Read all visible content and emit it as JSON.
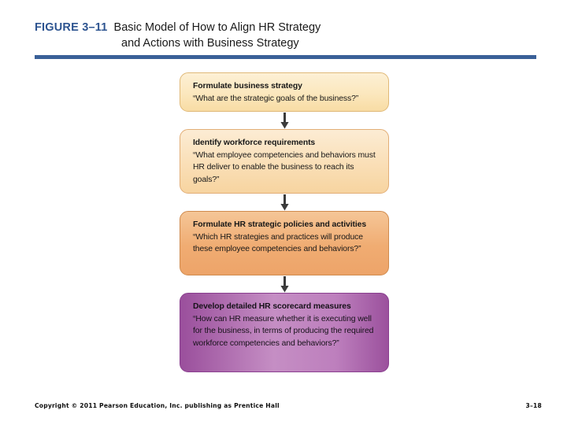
{
  "title": {
    "figure_label": "FIGURE 3–11",
    "line1": "Basic Model of How to Align HR Strategy",
    "line2": "and Actions with Business Strategy"
  },
  "colors": {
    "rule": "#3a6098",
    "figure_label": "#2d5490",
    "box1_fill": "#fbe7bd",
    "box2_fill": "#fae0b9",
    "box3_fill": "#f0ac72",
    "box4_fill": "#bd7fbd",
    "arrow": "#3b3b3b"
  },
  "diagram": {
    "type": "flowchart",
    "direction": "top-to-bottom",
    "steps": [
      {
        "heading": "Formulate business strategy",
        "body": "“What are the strategic goals of the business?”",
        "fill": "#fbe7bd"
      },
      {
        "heading": "Identify workforce requirements",
        "body": "“What employee competencies and behaviors must HR deliver to enable the business to reach its goals?”",
        "fill": "#fae0b9"
      },
      {
        "heading": "Formulate HR strategic policies and activities",
        "body": "“Which HR strategies and practices will produce these employee competencies and behaviors?”",
        "fill": "#f0ac72"
      },
      {
        "heading": "Develop detailed HR scorecard measures",
        "body": "“How can HR measure whether it is executing well for the business, in terms of producing the required workforce competencies and behaviors?”",
        "fill": "#bd7fbd"
      }
    ],
    "connectors": [
      {
        "icon": "arrow-down-icon"
      },
      {
        "icon": "arrow-down-icon"
      },
      {
        "icon": "arrow-down-icon"
      }
    ]
  },
  "footer": {
    "copyright": "Copyright © 2011 Pearson Education, Inc. publishing as Prentice Hall",
    "page_number": "3–18"
  }
}
